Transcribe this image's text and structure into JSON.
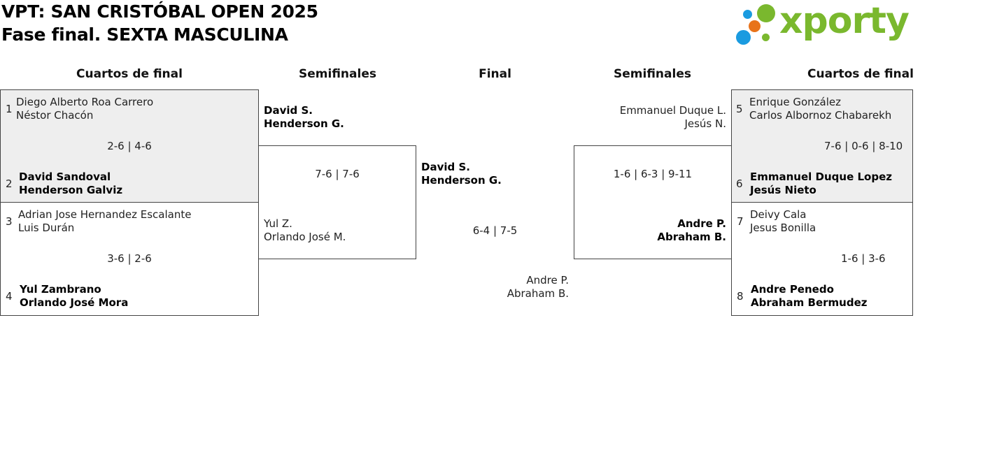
{
  "header": {
    "title_line1": "VPT: SAN CRISTÓBAL OPEN 2025",
    "title_line2": "Fase final. SEXTA MASCULINA",
    "logo_text": "xporty",
    "logo_colors": {
      "blue": "#1a9be0",
      "orange": "#e8731a",
      "green": "#7ab82e"
    }
  },
  "columns": {
    "qf_left": "Cuartos de final",
    "sf_left": "Semifinales",
    "final": "Final",
    "sf_right": "Semifinales",
    "qf_right": "Cuartos de final"
  },
  "quarterfinals": [
    {
      "seed_a": "1",
      "a1": "Diego Alberto Roa Carrero",
      "a2": "Néstor Chacón",
      "seed_b": "2",
      "b1": "David Sandoval",
      "b2": "Henderson Galviz",
      "score": "2-6 | 4-6"
    },
    {
      "seed_a": "3",
      "a1": "Adrian Jose Hernandez Escalante",
      "a2": "Luis Durán",
      "seed_b": "4",
      "b1": "Yul Zambrano",
      "b2": "Orlando José Mora",
      "score": "3-6 | 2-6"
    },
    {
      "seed_a": "5",
      "a1": "Enrique González",
      "a2": "Carlos Albornoz Chabarekh",
      "seed_b": "6",
      "b1": "Emmanuel Duque Lopez",
      "b2": "Jesús Nieto",
      "score": "7-6 | 0-6 | 8-10"
    },
    {
      "seed_a": "7",
      "a1": "Deivy Cala",
      "a2": "Jesus Bonilla",
      "seed_b": "8",
      "b1": "Andre Penedo",
      "b2": "Abraham Bermudez",
      "score": "1-6 | 3-6"
    }
  ],
  "semifinals": [
    {
      "a1": "David S.",
      "a2": "Henderson G.",
      "b1": "Yul Z.",
      "b2": "Orlando José M.",
      "score": "7-6 | 7-6"
    },
    {
      "a1": "Emmanuel Duque L.",
      "a2": "Jesús N.",
      "b1": "Andre P.",
      "b2": "Abraham B.",
      "score": "1-6 | 6-3 | 9-11"
    }
  ],
  "final": {
    "a1": "David S.",
    "a2": "Henderson G.",
    "b1": "Andre P.",
    "b2": "Abraham B.",
    "score": "6-4 | 7-5"
  }
}
